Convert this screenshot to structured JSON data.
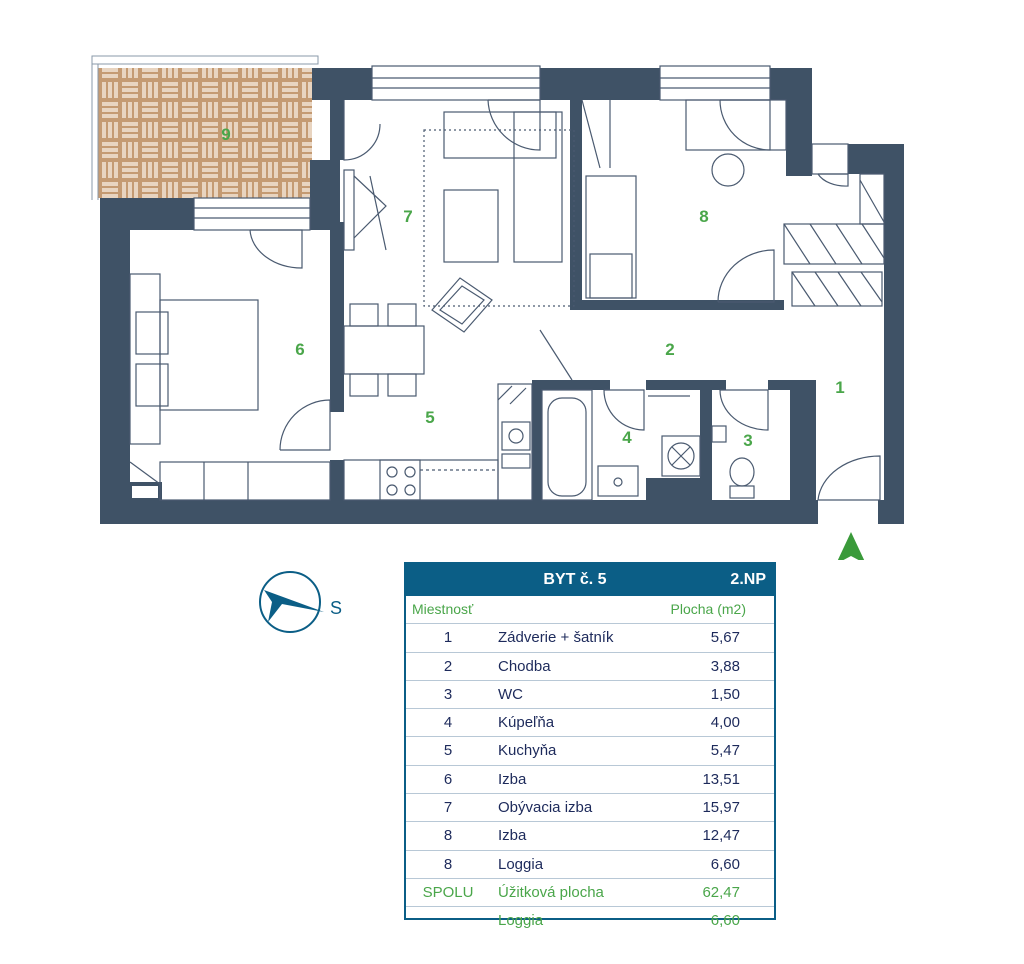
{
  "rooms": {
    "r1": "1",
    "r2": "2",
    "r3": "3",
    "r4": "4",
    "r5": "5",
    "r6": "6",
    "r7": "7",
    "r8": "8",
    "r9": "9"
  },
  "compass": {
    "label": "S"
  },
  "table": {
    "title": "BYT č. 5",
    "floor": "2.NP",
    "header": {
      "room": "Miestnosť",
      "area": "Plocha (m2)"
    },
    "rows": [
      {
        "no": "1",
        "name": "Zádverie + šatník",
        "area": "5,67"
      },
      {
        "no": "2",
        "name": "Chodba",
        "area": "3,88"
      },
      {
        "no": "3",
        "name": "WC",
        "area": "1,50"
      },
      {
        "no": "4",
        "name": "Kúpeľňa",
        "area": "4,00"
      },
      {
        "no": "5",
        "name": "Kuchyňa",
        "area": "5,47"
      },
      {
        "no": "6",
        "name": "Izba",
        "area": "13,51"
      },
      {
        "no": "7",
        "name": "Obývacia izba",
        "area": "15,97"
      },
      {
        "no": "8",
        "name": "Izba",
        "area": "12,47"
      },
      {
        "no": "8",
        "name": "Loggia",
        "area": "6,60"
      }
    ],
    "total": {
      "label": "SPOLU",
      "name": "Úžitková plocha",
      "area": "62,47"
    },
    "loggia": {
      "name": "Loggia",
      "area": "6,60"
    }
  },
  "colors": {
    "wall": "#3f5266",
    "line": "#4a5a70",
    "room_number": "#4aa64a",
    "table_header": "#0b5e86",
    "text": "#1d2a5b",
    "loggia_fill": "#c49a72",
    "loggia_pattern": "#e8d4c0",
    "north_arrow": "#3a9a3a"
  },
  "icons": [
    "north-arrow-icon",
    "compass-icon"
  ]
}
